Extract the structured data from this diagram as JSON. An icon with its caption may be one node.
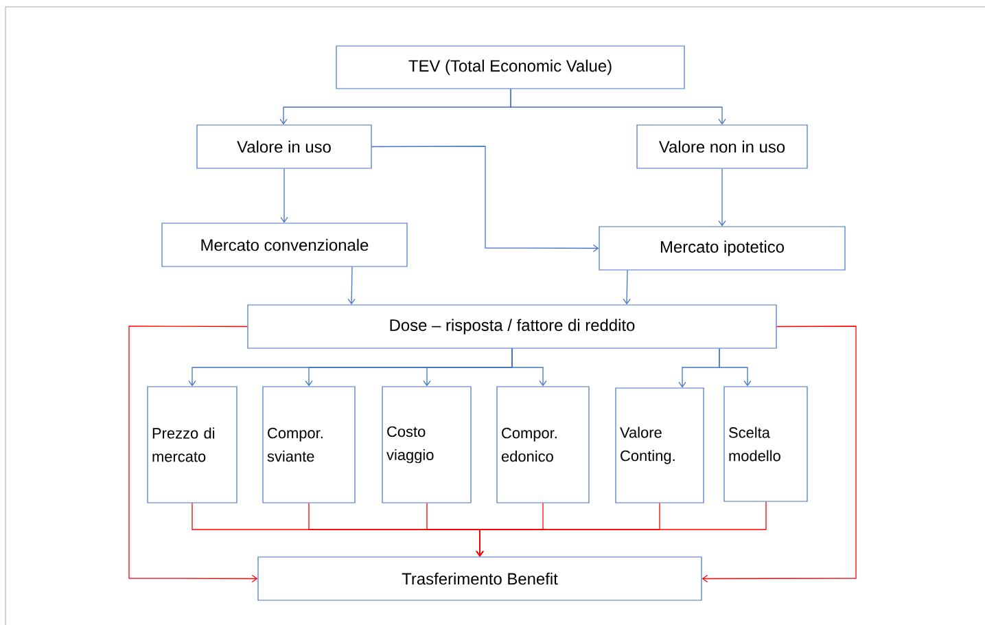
{
  "diagram": {
    "nodes": [
      {
        "text": [
          "TEV (Total Economic Value)"
        ]
      },
      {
        "text": [
          "Valore in uso"
        ]
      },
      {
        "text": [
          "Valore non in uso"
        ]
      },
      {
        "text": [
          "Mercato convenzionale"
        ]
      },
      {
        "text": [
          "Mercato ipotetico"
        ]
      },
      {
        "text": [
          "Dose – risposta / fattore di reddito"
        ]
      },
      {
        "text": [
          "Prezzo di mercato"
        ]
      },
      {
        "text": [
          "Compor. sviante"
        ]
      },
      {
        "text": [
          "Costo viaggio"
        ]
      },
      {
        "text": [
          "Compor. edonico"
        ]
      },
      {
        "text": [
          "Valore Conting."
        ]
      },
      {
        "text": [
          "Scelta modello"
        ]
      },
      {
        "text": [
          "Trasferimento Benefit"
        ]
      }
    ],
    "edges": [
      {
        "from": 0,
        "to": 1,
        "arrow": "to"
      },
      {
        "from": 0,
        "to": 2,
        "arrow": "to"
      },
      {
        "from": 1,
        "to": 3,
        "arrow": "to"
      },
      {
        "from": 1,
        "to": 4,
        "arrow": "to"
      },
      {
        "from": 2,
        "to": 4,
        "arrow": "to"
      },
      {
        "from": 3,
        "to": 5,
        "arrow": "to"
      },
      {
        "from": 4,
        "to": 5,
        "arrow": "to"
      },
      {
        "from": 5,
        "to": 6,
        "arrow": "to"
      },
      {
        "from": 5,
        "to": 7,
        "arrow": "to"
      },
      {
        "from": 5,
        "to": 8,
        "arrow": "to"
      },
      {
        "from": 5,
        "to": 9,
        "arrow": "to"
      },
      {
        "from": 5,
        "to": 10,
        "arrow": "to"
      },
      {
        "from": 5,
        "to": 11,
        "arrow": "to"
      },
      {
        "from": 6,
        "to": 12,
        "arrow": "to",
        "color": "#ff0000"
      },
      {
        "from": 7,
        "to": 12,
        "arrow": "to",
        "color": "#ff0000"
      },
      {
        "from": 8,
        "to": 12,
        "arrow": "to",
        "color": "#ff0000"
      },
      {
        "from": 9,
        "to": 12,
        "arrow": "to",
        "color": "#ff0000"
      },
      {
        "from": 10,
        "to": 12,
        "arrow": "to",
        "color": "#ff0000"
      },
      {
        "from": 11,
        "to": 12,
        "arrow": "to",
        "color": "#ff0000"
      },
      {
        "from": 5,
        "to": 12,
        "arrow": "to",
        "color": "#ff0000"
      },
      {
        "from": 5,
        "to": 12,
        "arrow": "to",
        "color": "#ff0000"
      }
    ]
  }
}
